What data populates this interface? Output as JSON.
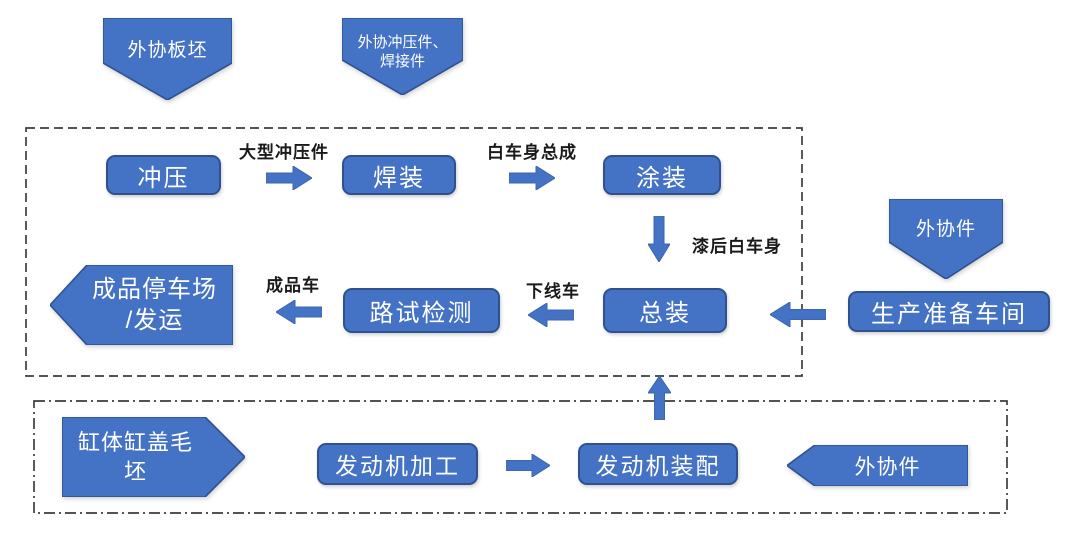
{
  "colors": {
    "shape_fill": "#4472C4",
    "shape_border": "#2F528F",
    "shape_text": "#FFFFFF",
    "label_text": "#1A1A1A",
    "boundary_border": "#3D3D3D"
  },
  "external_inputs": {
    "slab": {
      "label": "外协板坯"
    },
    "stamped_welded": {
      "line1": "外协冲压件、",
      "line2": "焊接件"
    },
    "outsourced_parts_top": {
      "label": "外协件"
    },
    "engine_blank": {
      "line1": "缸体缸盖毛",
      "line2": "坯"
    },
    "outsourced_parts_engine": {
      "label": "外协件"
    }
  },
  "vehicle_flow": {
    "stamping": "冲压",
    "welding": "焊装",
    "painting": "涂装",
    "final_assembly": "总装",
    "road_test": "路试检测",
    "prep_workshop": "生产准备车间",
    "parking_shipping": {
      "line1": "成品停车场",
      "line2": "/发运"
    }
  },
  "engine_flow": {
    "machining": "发动机加工",
    "assembly": "发动机装配"
  },
  "flow_labels": {
    "large_stampings": "大型冲压件",
    "biw_assembly": "白车身总成",
    "painted_biw": "漆后白车身",
    "offline_vehicle": "下线车",
    "finished_vehicle": "成品车"
  }
}
